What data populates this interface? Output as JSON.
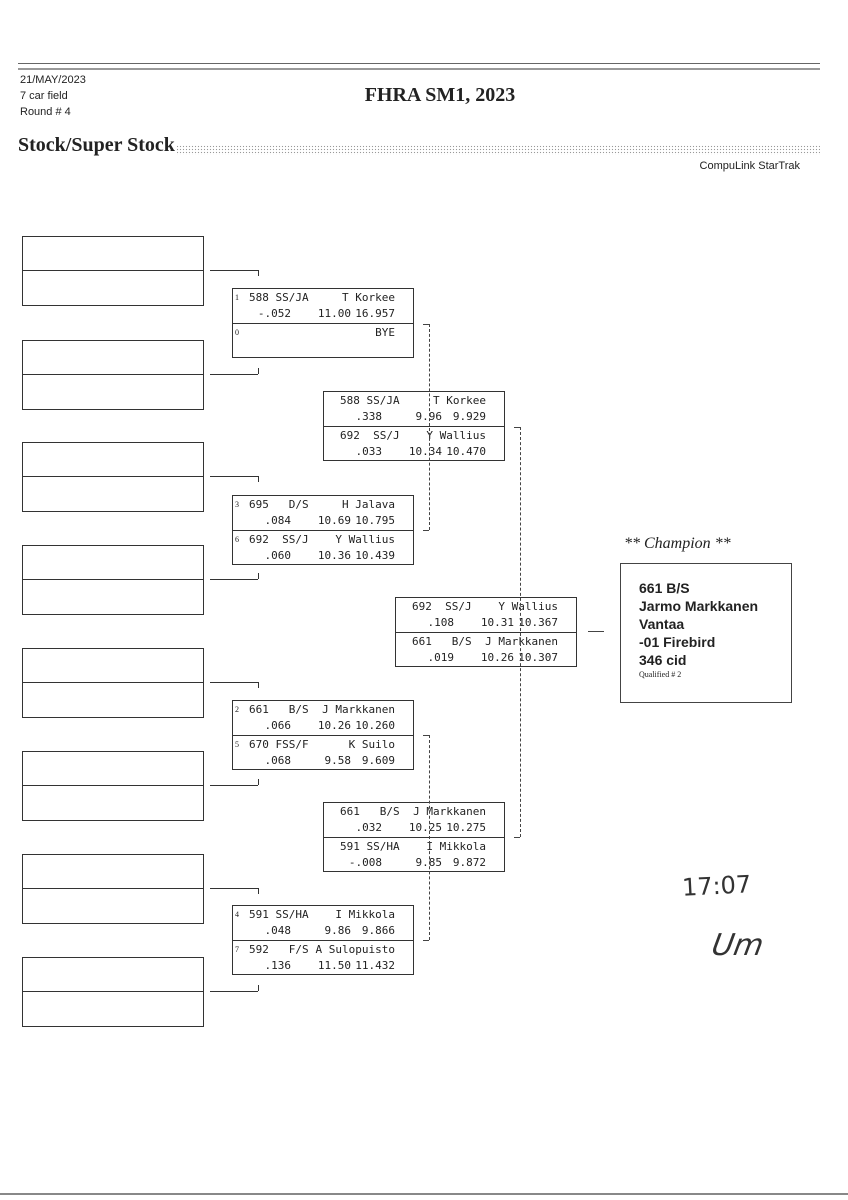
{
  "header": {
    "date": "21/MAY/2023",
    "field": "7 car field",
    "round": "Round # 4",
    "title": "FHRA SM1, 2023",
    "section": "Stock/Super Stock",
    "brand": "CompuLink StarTrak"
  },
  "round1": [
    {
      "a": {
        "car": "588 SS/JA",
        "name": "T Korkee",
        "seed": "1",
        "rt": "-.052",
        "dial": "11.00",
        "et": "16.957"
      },
      "b": {
        "car": "",
        "name": "BYE",
        "seed": "0",
        "rt": "",
        "dial": "",
        "et": ""
      }
    },
    {
      "a": {
        "car": "695   D/S",
        "name": "H Jalava",
        "seed": "3",
        "rt": ".084",
        "dial": "10.69",
        "et": "10.795"
      },
      "b": {
        "car": "692  SS/J",
        "name": "Y Wallius",
        "seed": "6",
        "rt": ".060",
        "dial": "10.36",
        "et": "10.439"
      }
    },
    {
      "a": {
        "car": "661   B/S",
        "name": "J Markkanen",
        "seed": "2",
        "rt": ".066",
        "dial": "10.26",
        "et": "10.260"
      },
      "b": {
        "car": "670 FSS/F",
        "name": "K Suilo",
        "seed": "5",
        "rt": ".068",
        "dial": "9.58",
        "et": "9.609"
      }
    },
    {
      "a": {
        "car": "591 SS/HA",
        "name": "I Mikkola",
        "seed": "4",
        "rt": ".048",
        "dial": "9.86",
        "et": "9.866"
      },
      "b": {
        "car": "592   F/S",
        "name": "A Sulopuisto",
        "seed": "7",
        "rt": ".136",
        "dial": "11.50",
        "et": "11.432"
      }
    }
  ],
  "round2": [
    {
      "a": {
        "car": "588 SS/JA",
        "name": "T Korkee",
        "seed": "",
        "rt": ".338",
        "dial": "9.96",
        "et": "9.929"
      },
      "b": {
        "car": "692  SS/J",
        "name": "Y Wallius",
        "seed": "",
        "rt": ".033",
        "dial": "10.34",
        "et": "10.470"
      }
    },
    {
      "a": {
        "car": "661   B/S",
        "name": "J Markkanen",
        "seed": "",
        "rt": ".032",
        "dial": "10.25",
        "et": "10.275"
      },
      "b": {
        "car": "591 SS/HA",
        "name": "I Mikkola",
        "seed": "",
        "rt": "-.008",
        "dial": "9.85",
        "et": "9.872"
      }
    }
  ],
  "final": [
    {
      "a": {
        "car": "692  SS/J",
        "name": "Y Wallius",
        "seed": "",
        "rt": ".108",
        "dial": "10.31",
        "et": "10.367"
      },
      "b": {
        "car": "661   B/S",
        "name": "J Markkanen",
        "seed": "",
        "rt": ".019",
        "dial": "10.26",
        "et": "10.307"
      }
    }
  ],
  "champion": {
    "label": "** Champion **",
    "car": "661    B/S",
    "driver": "Jarmo Markkanen",
    "city": "Vantaa",
    "vehicle": "-01 Firebird",
    "engine": "346 cid",
    "qualified": "Qualified # 2"
  },
  "handwritten": {
    "time": "17:07",
    "initials": "Um"
  }
}
